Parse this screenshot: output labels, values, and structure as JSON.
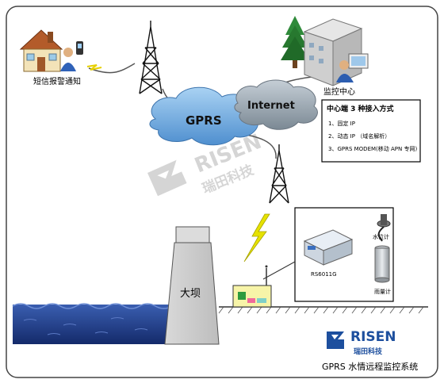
{
  "labels": {
    "sms_alarm": "短信报警通知",
    "monitor_center": "监控中心",
    "gprs": "GPRS",
    "internet": "Internet",
    "dam": "大坝",
    "device_model": "RS6011G",
    "water_level_meter": "水位计",
    "rain_gauge": "雨量计"
  },
  "access_box": {
    "title": "中心端 3 种接入方式",
    "items": [
      "1、固定 IP",
      "2、动态 IP （域名解析）",
      "3、GPRS MODEM(移动 APN 专网)"
    ]
  },
  "watermark": {
    "brand": "RISEN",
    "cn": "瑞田科技"
  },
  "footer": {
    "brand": "RISEN",
    "cn": "瑞田科技",
    "caption": "GPRS 水情远程监控系统"
  },
  "colors": {
    "water": "#1f3c8c",
    "cloud_blue": "#6aa6dc",
    "cloud_gray": "#8c9aa6",
    "lightning": "#e6e200",
    "brand_blue": "#1d4f9e"
  }
}
